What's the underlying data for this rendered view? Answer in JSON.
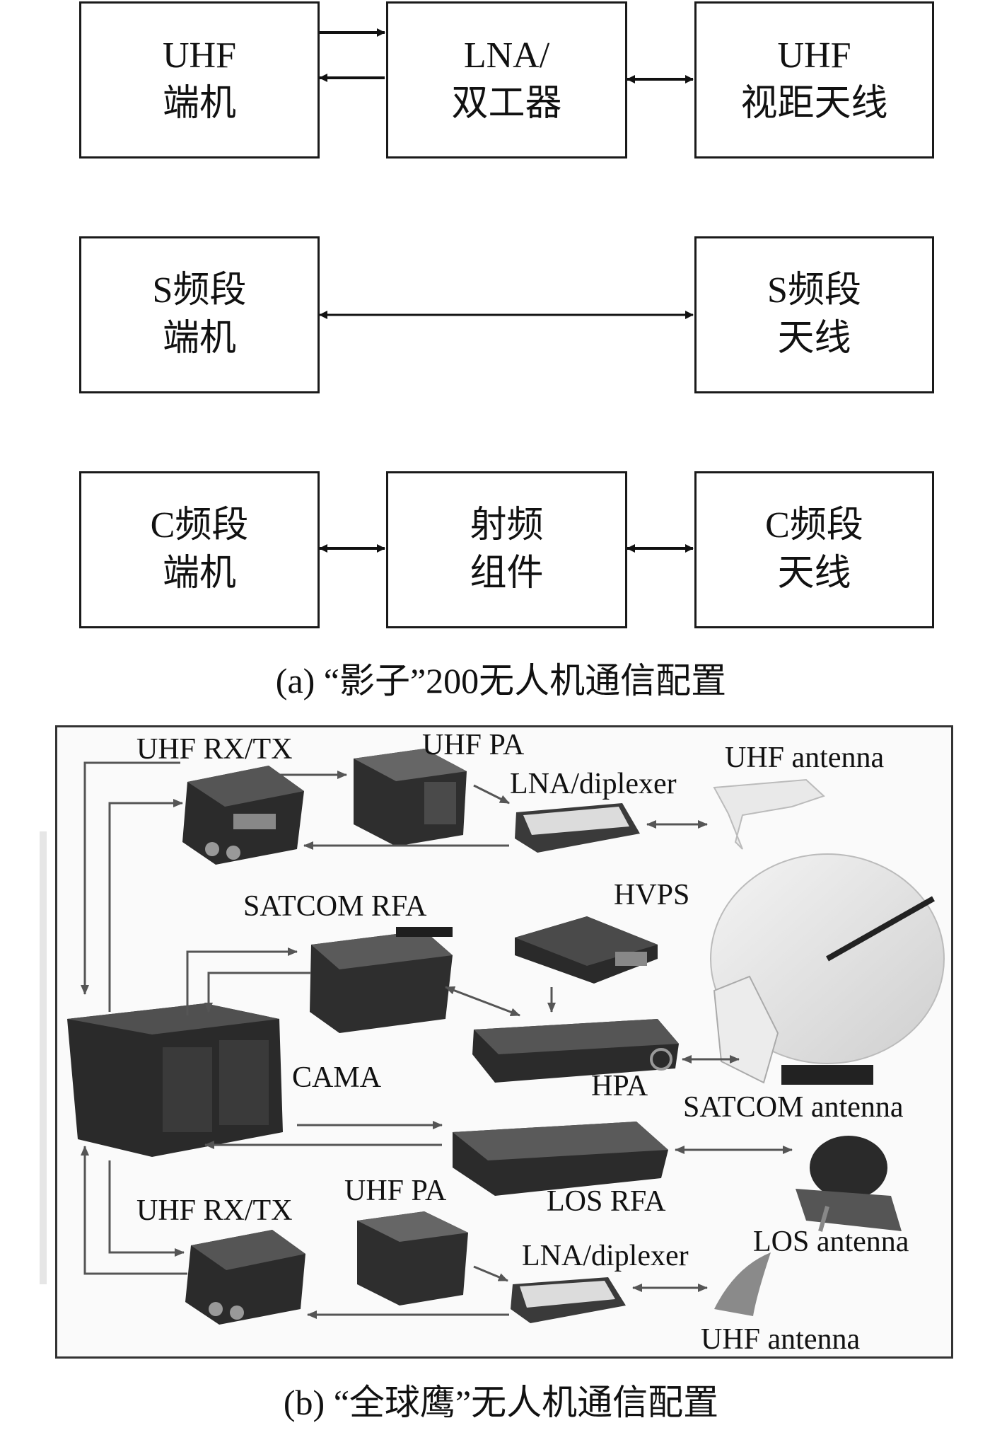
{
  "part_a": {
    "rows": [
      {
        "left": {
          "line1": "UHF",
          "line2": "端机"
        },
        "middle": {
          "line1": "LNA/",
          "line2": "双工器"
        },
        "right": {
          "line1": "UHF",
          "line2": "视距天线"
        }
      },
      {
        "left": {
          "line1": "S频段",
          "line2": "端机"
        },
        "right": {
          "line1": "S频段",
          "line2": "天线"
        }
      },
      {
        "left": {
          "line1": "C频段",
          "line2": "端机"
        },
        "middle": {
          "line1": "射频",
          "line2": "组件"
        },
        "right": {
          "line1": "C频段",
          "line2": "天线"
        }
      }
    ],
    "caption": "(a) “影子”200无人机通信配置"
  },
  "part_b": {
    "labels": {
      "uhf_rxtx_top": "UHF RX/TX",
      "uhf_pa_top": "UHF PA",
      "lna_top": "LNA/diplexer",
      "uhf_antenna_top": "UHF antenna",
      "satcom_rfa": "SATCOM RFA",
      "hvps": "HVPS",
      "cama": "CAMA",
      "hpa": "HPA",
      "satcom_antenna": "SATCOM antenna",
      "los_rfa": "LOS RFA",
      "uhf_rxtx_bottom": "UHF RX/TX",
      "uhf_pa_bottom": "UHF PA",
      "lna_bottom": "LNA/diplexer",
      "los_antenna": "LOS antenna",
      "uhf_antenna_bottom": "UHF antenna"
    },
    "caption": "(b) “全球鹰”无人机通信配置"
  }
}
